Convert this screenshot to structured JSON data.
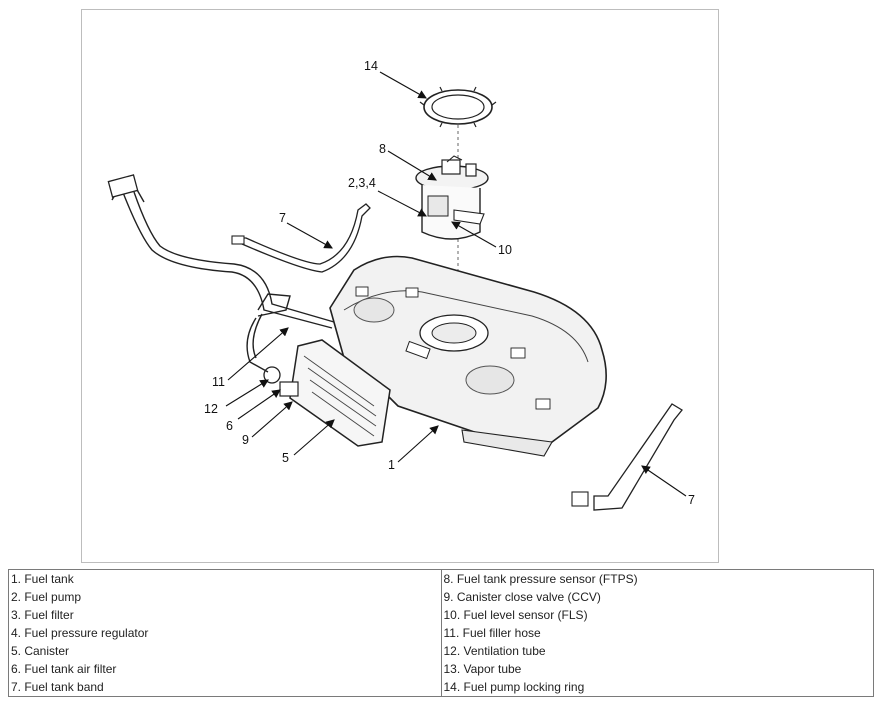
{
  "diagram": {
    "callouts": {
      "c14": "14",
      "c8": "8",
      "c234": "2,3,4",
      "c10": "10",
      "c7a": "7",
      "c7b": "7",
      "c11": "11",
      "c12": "12",
      "c6": "6",
      "c9": "9",
      "c5": "5",
      "c1": "1"
    }
  },
  "legend": {
    "left": [
      "1. Fuel tank",
      "2. Fuel pump",
      "3. Fuel filter",
      "4. Fuel pressure regulator",
      "5. Canister",
      "6. Fuel tank air filter",
      "7. Fuel tank band"
    ],
    "right": [
      "8. Fuel tank pressure sensor (FTPS)",
      "9. Canister close valve (CCV)",
      "10. Fuel level sensor (FLS)",
      "11. Fuel filler hose",
      "12. Ventilation tube",
      "13. Vapor tube",
      "14. Fuel pump locking ring"
    ]
  }
}
